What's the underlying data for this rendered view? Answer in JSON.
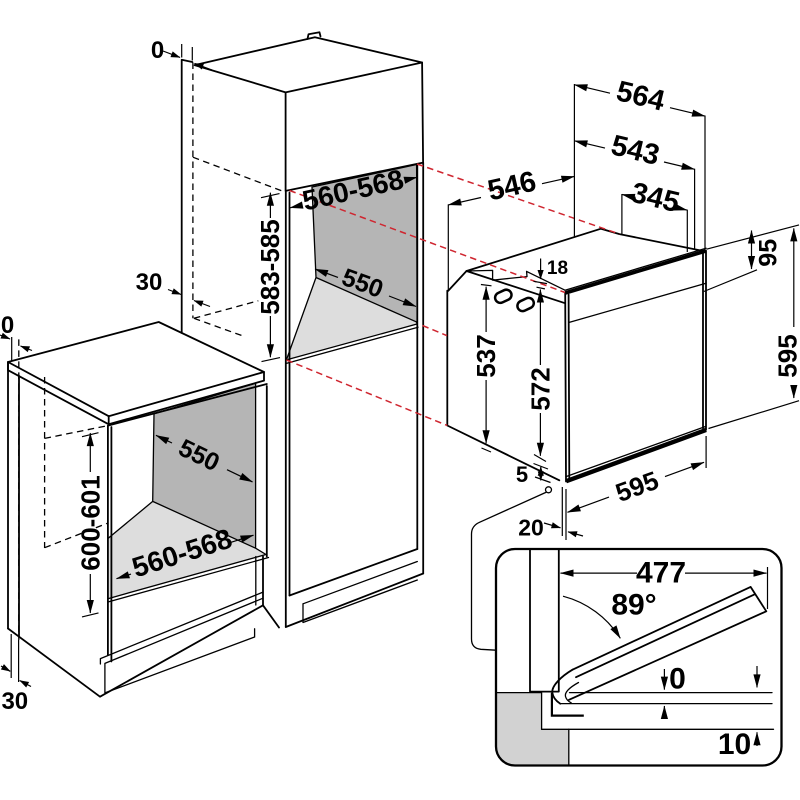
{
  "title": "Built-in oven and cabinet installation dimensions diagram",
  "units": "mm",
  "accent_color": "#cf2630",
  "dimensions": {
    "tall_cabinet": {
      "top_gap": "0",
      "niche_width": "560-568",
      "niche_height": "583-585",
      "niche_depth": "550",
      "side_clearance": "30"
    },
    "base_cabinet": {
      "top_gap": "0",
      "niche_depth": "550",
      "niche_height": "600-601",
      "niche_width": "560-568",
      "bottom_clearance": "30"
    },
    "oven": {
      "depth_total": "564",
      "depth_body": "543",
      "depth_front": "345",
      "depth_niche": "546",
      "fascia_strip": "18",
      "control_panel_height": "95",
      "body_height": "537",
      "front_height_inner": "572",
      "front_height": "595",
      "front_width": "595",
      "bottom_gap": "5",
      "front_clearance": "20"
    },
    "detail": {
      "door_width": "477",
      "door_open_angle": "89°",
      "door_gap": "0",
      "plinth_clearance": "10"
    }
  }
}
